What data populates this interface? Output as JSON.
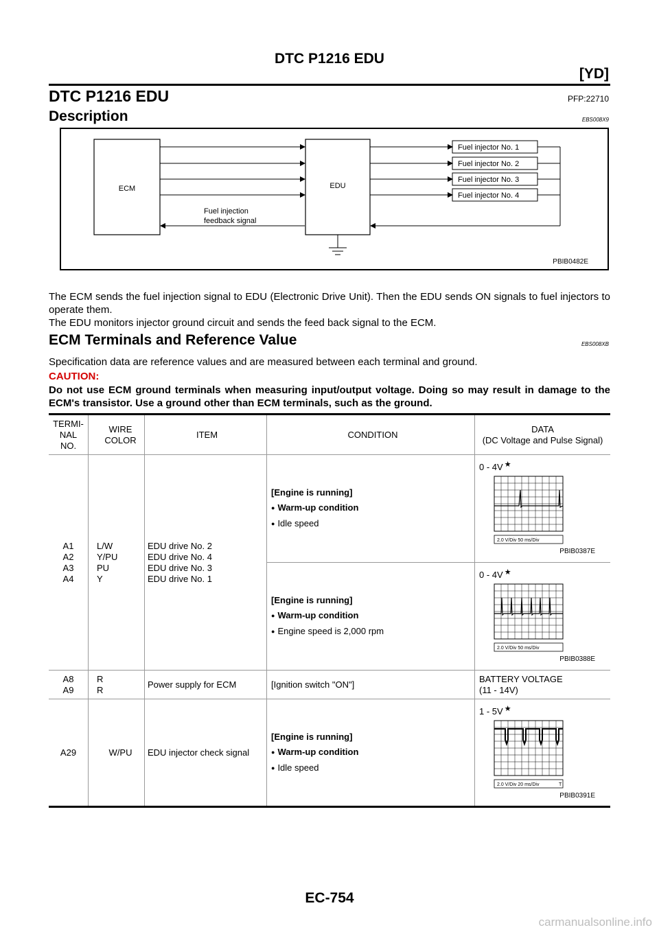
{
  "header": {
    "title": "DTC P1216 EDU",
    "engine_tag": "[YD]"
  },
  "heading": {
    "title": "DTC P1216 EDU",
    "code": "PFP:22710"
  },
  "description": {
    "title": "Description",
    "code": "EBS008X9",
    "diagram": {
      "ecm": "ECM",
      "edu": "EDU",
      "injectors": [
        "Fuel injector No. 1",
        "Fuel injector No. 2",
        "Fuel injector No. 3",
        "Fuel injector No. 4"
      ],
      "feedback_line1": "Fuel injection",
      "feedback_line2": "feedback signal",
      "code": "PBIB0482E"
    },
    "para1": "The ECM sends the fuel injection signal to EDU (Electronic Drive Unit). Then the EDU sends ON signals to fuel injectors to operate them.",
    "para2": "The EDU monitors injector ground circuit and sends the feed back signal to the ECM."
  },
  "terminals": {
    "title": "ECM Terminals and Reference Value",
    "code": "EBS008XB",
    "spec_text": "Specification data are reference values and are measured between each terminal and ground.",
    "caution_title": "CAUTION:",
    "caution_text": "Do not use ECM ground terminals when measuring input/output voltage. Doing so may result in damage to the ECM's transistor. Use a ground other than ECM terminals, such as the ground."
  },
  "table": {
    "headers": {
      "term_1": "TERMI-",
      "term_2": "NAL",
      "term_3": "NO.",
      "wire_1": "WIRE",
      "wire_2": "COLOR",
      "item": "ITEM",
      "condition": "CONDITION",
      "data_1": "DATA",
      "data_2": "(DC Voltage and Pulse Signal)"
    },
    "row1": {
      "terminals": [
        "A1",
        "A2",
        "A3",
        "A4"
      ],
      "wires": [
        "L/W",
        "Y/PU",
        "PU",
        "Y"
      ],
      "items": [
        "EDU drive No. 2",
        "EDU drive No. 4",
        "EDU drive No. 3",
        "EDU drive No. 1"
      ],
      "sub1": {
        "cond": "[Engine is running]",
        "bullets": [
          "Warm-up condition",
          "Idle speed"
        ],
        "data": "0 - 4V",
        "scope_scale": "2.0 V/Div    50 ms/Div",
        "scope_code": "PBIB0387E"
      },
      "sub2": {
        "cond": "[Engine is running]",
        "bullets": [
          "Warm-up condition",
          "Engine speed is 2,000 rpm"
        ],
        "data": "0 - 4V",
        "scope_scale": "2.0 V/Div    50 ms/Div",
        "scope_code": "PBIB0388E"
      }
    },
    "row2": {
      "terminals": [
        "A8",
        "A9"
      ],
      "wires": [
        "R",
        "R"
      ],
      "item": "Power supply for ECM",
      "cond": "[Ignition switch \"ON\"]",
      "data_1": "BATTERY VOLTAGE",
      "data_2": "(11 - 14V)"
    },
    "row3": {
      "terminal": "A29",
      "wire": "W/PU",
      "item": "EDU injector check signal",
      "cond": "[Engine is running]",
      "bullets": [
        "Warm-up condition",
        "Idle speed"
      ],
      "data": "1 - 5V",
      "scope_scale": "2.0 V/Div    20 ms/Div",
      "scope_marker": "T",
      "scope_code": "PBIB0391E"
    }
  },
  "footer": {
    "page": "EC-754"
  },
  "watermark": "carmanualsonline.info"
}
